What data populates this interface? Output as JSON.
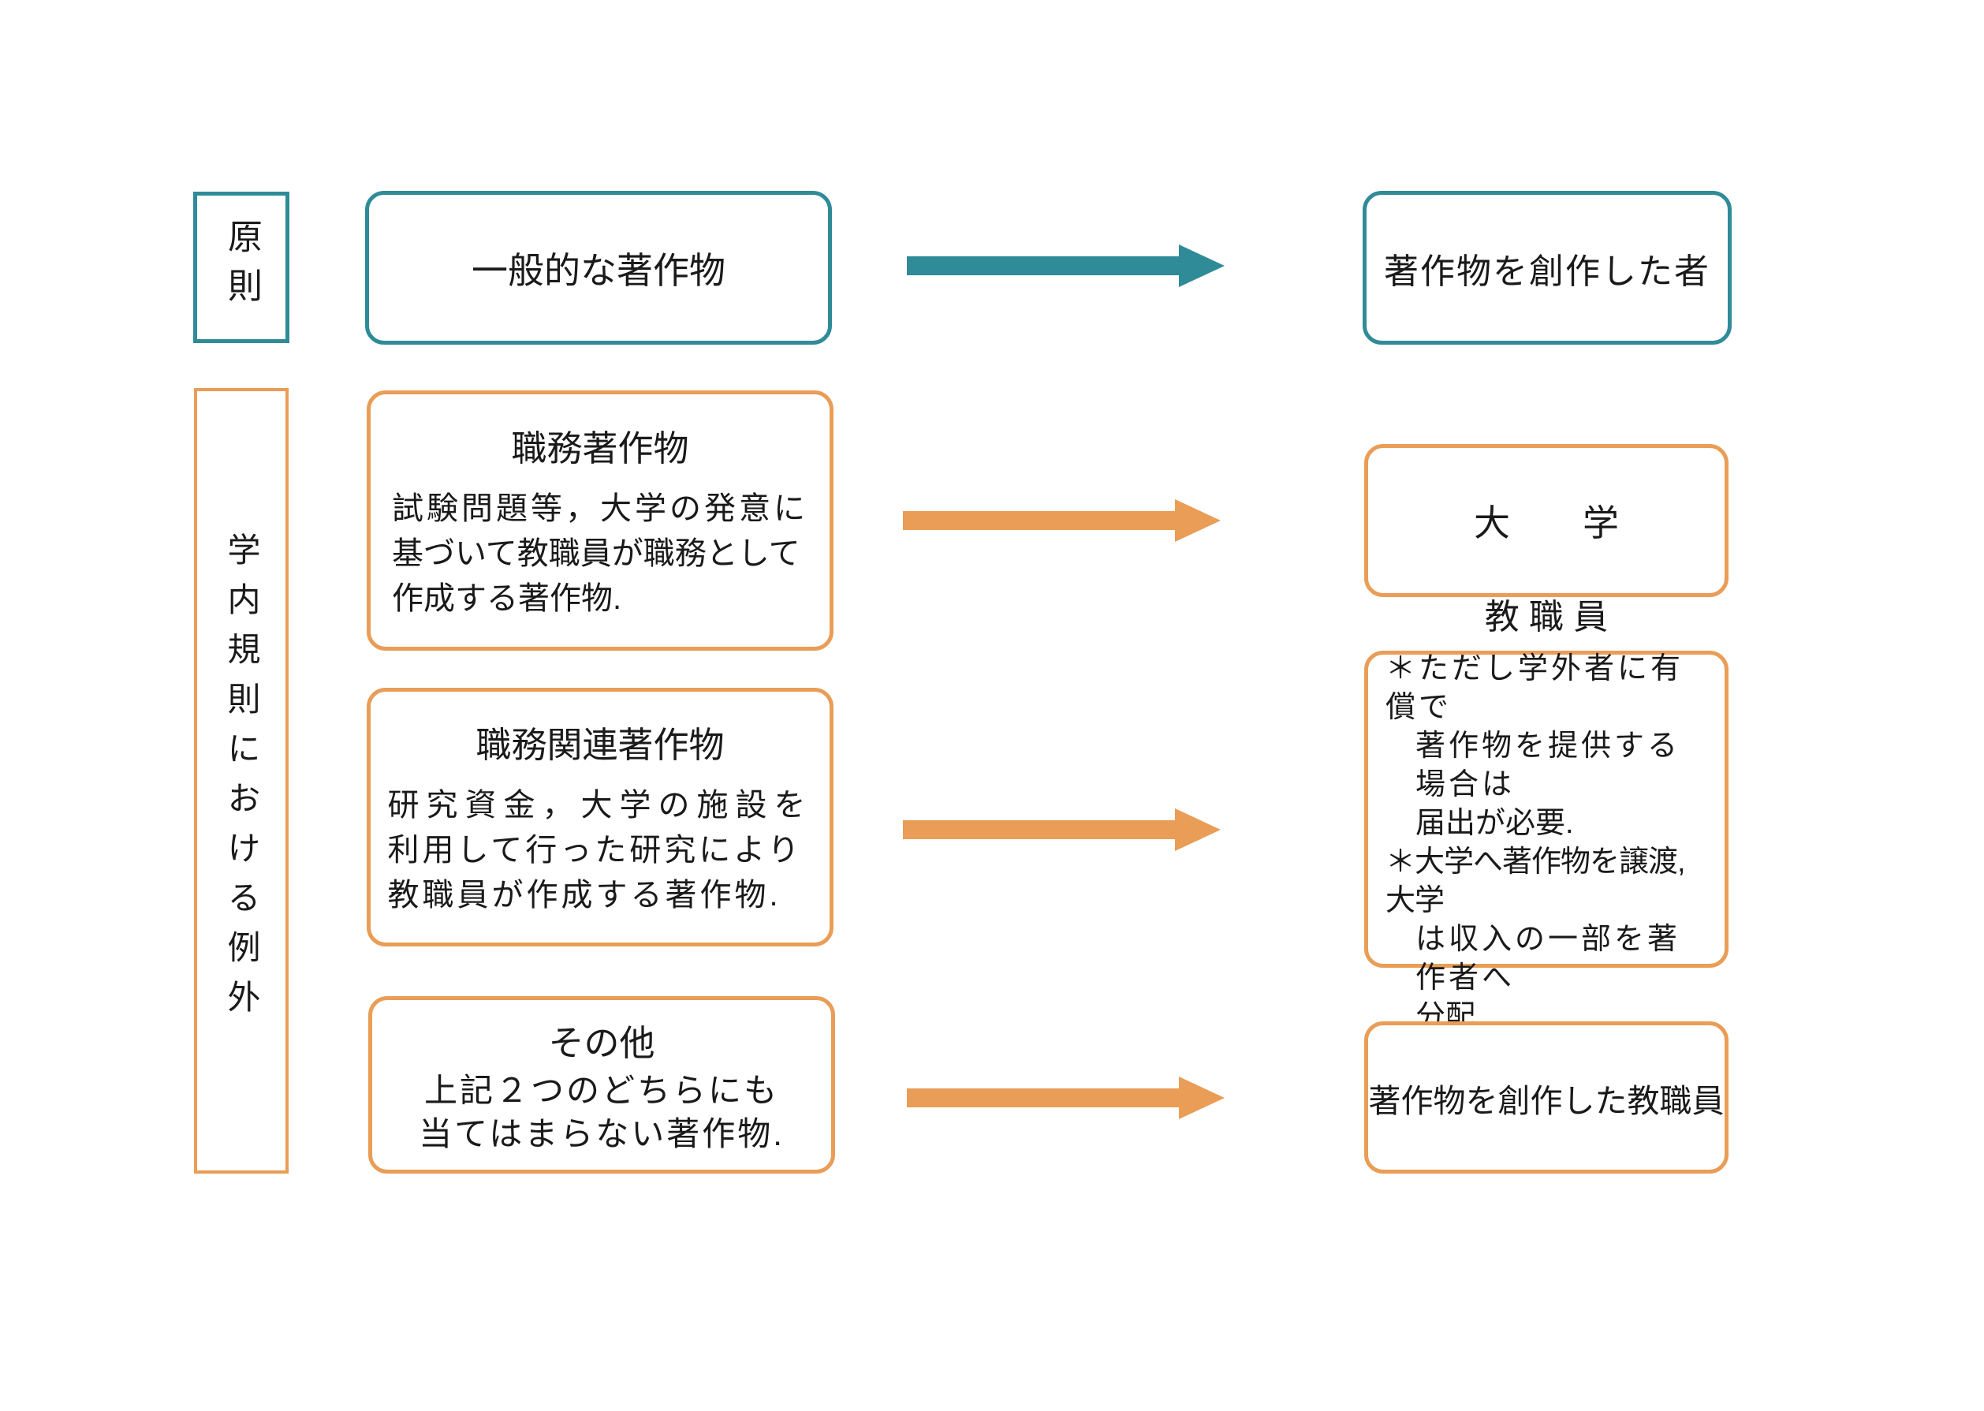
{
  "palette": {
    "teal": "#2F8B98",
    "orange": "#E99D56",
    "text": "#1A1A1A",
    "background": "#FFFFFF"
  },
  "principle_label": "原則",
  "exception_label": "学内規則における例外",
  "row_principle": {
    "source": "一般的な著作物",
    "target": "著作物を創作した者"
  },
  "row_work_for_hire": {
    "source_title": "職務著作物",
    "source_body": [
      "試験問題等，大学の発意に",
      "基づいて教職員が職務として",
      "作成する著作物."
    ],
    "target": "大　　学"
  },
  "row_work_related": {
    "source_title": "職務関連著作物",
    "source_body": [
      "研究資金，大学の施設を",
      "利用して行った研究により",
      "教職員が作成する著作物."
    ],
    "target_title": "教 職 員",
    "target_notes": [
      {
        "lines": [
          "＊ただし学外者に有償で",
          "著作物を提供する場合は",
          "届出が必要."
        ]
      },
      {
        "lines": [
          "＊大学へ著作物を譲渡,大学",
          "は収入の一部を著作者へ",
          "分配."
        ]
      }
    ]
  },
  "row_other": {
    "source_title": "その他",
    "source_body": [
      "上記２つのどちらにも",
      "当てはまらない著作物."
    ],
    "target": "著作物を創作した教職員"
  }
}
